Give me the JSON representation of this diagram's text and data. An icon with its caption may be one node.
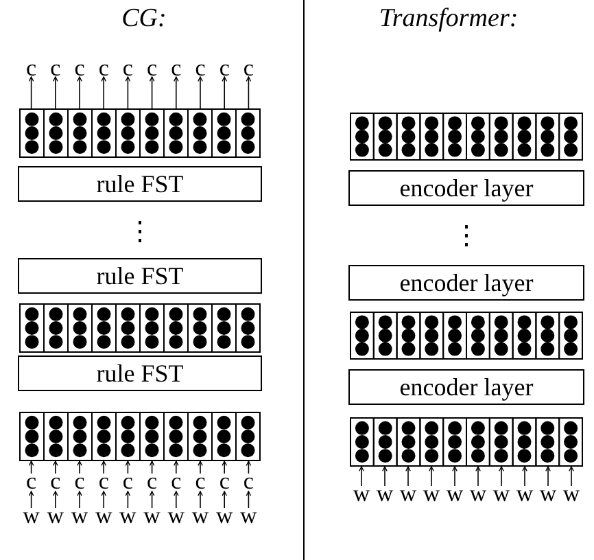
{
  "diagram": {
    "nodes": [
      {
        "text": [
          "c"
        ]
      },
      {
        "text": [
          "c"
        ]
      },
      {
        "text": [
          "c"
        ]
      },
      {
        "text": [
          "c"
        ]
      },
      {
        "text": [
          "c"
        ]
      },
      {
        "text": [
          "c"
        ]
      },
      {
        "text": [
          "c"
        ]
      },
      {
        "text": [
          "c"
        ]
      },
      {
        "text": [
          "c"
        ]
      },
      {
        "text": [
          "c"
        ]
      },
      {
        "text": [],
        "shape": "bar"
      },
      {
        "text": [
          "rule FST"
        ]
      },
      {
        "text": [
          "rule FST"
        ]
      },
      {
        "text": [],
        "shape": "bar"
      },
      {
        "text": [
          "rule FST"
        ]
      },
      {
        "text": [],
        "shape": "bar"
      },
      {
        "text": [
          "c"
        ]
      },
      {
        "text": [
          "c"
        ]
      },
      {
        "text": [
          "c"
        ]
      },
      {
        "text": [
          "c"
        ]
      },
      {
        "text": [
          "c"
        ]
      },
      {
        "text": [
          "c"
        ]
      },
      {
        "text": [
          "c"
        ]
      },
      {
        "text": [
          "c"
        ]
      },
      {
        "text": [
          "c"
        ]
      },
      {
        "text": [
          "c"
        ]
      },
      {
        "text": [
          "w"
        ]
      },
      {
        "text": [
          "w"
        ]
      },
      {
        "text": [
          "w"
        ]
      },
      {
        "text": [
          "w"
        ]
      },
      {
        "text": [
          "w"
        ]
      },
      {
        "text": [
          "w"
        ]
      },
      {
        "text": [
          "w"
        ]
      },
      {
        "text": [
          "w"
        ]
      },
      {
        "text": [
          "w"
        ]
      },
      {
        "text": [
          "w"
        ]
      },
      {
        "text": [],
        "shape": "bar"
      },
      {
        "text": [
          "encoder layer"
        ]
      },
      {
        "text": [
          "encoder layer"
        ]
      },
      {
        "text": [],
        "shape": "bar"
      },
      {
        "text": [
          "encoder layer"
        ]
      },
      {
        "text": [],
        "shape": "bar"
      },
      {
        "text": [
          "w"
        ]
      },
      {
        "text": [
          "w"
        ]
      },
      {
        "text": [
          "w"
        ]
      },
      {
        "text": [
          "w"
        ]
      },
      {
        "text": [
          "w"
        ]
      },
      {
        "text": [
          "w"
        ]
      },
      {
        "text": [
          "w"
        ]
      },
      {
        "text": [
          "w"
        ]
      },
      {
        "text": [
          "w"
        ]
      },
      {
        "text": [
          "w"
        ]
      }
    ],
    "edges": [
      {
        "from": 10,
        "to": 0,
        "arrow": "to"
      },
      {
        "from": 10,
        "to": 1,
        "arrow": "to"
      },
      {
        "from": 10,
        "to": 2,
        "arrow": "to"
      },
      {
        "from": 10,
        "to": 3,
        "arrow": "to"
      },
      {
        "from": 10,
        "to": 4,
        "arrow": "to"
      },
      {
        "from": 10,
        "to": 5,
        "arrow": "to"
      },
      {
        "from": 10,
        "to": 6,
        "arrow": "to"
      },
      {
        "from": 10,
        "to": 7,
        "arrow": "to"
      },
      {
        "from": 10,
        "to": 8,
        "arrow": "to"
      },
      {
        "from": 10,
        "to": 9,
        "arrow": "to"
      },
      {
        "from": 16,
        "to": 15,
        "arrow": "to"
      },
      {
        "from": 17,
        "to": 15,
        "arrow": "to"
      },
      {
        "from": 18,
        "to": 15,
        "arrow": "to"
      },
      {
        "from": 19,
        "to": 15,
        "arrow": "to"
      },
      {
        "from": 20,
        "to": 15,
        "arrow": "to"
      },
      {
        "from": 21,
        "to": 15,
        "arrow": "to"
      },
      {
        "from": 22,
        "to": 15,
        "arrow": "to"
      },
      {
        "from": 23,
        "to": 15,
        "arrow": "to"
      },
      {
        "from": 24,
        "to": 15,
        "arrow": "to"
      },
      {
        "from": 25,
        "to": 15,
        "arrow": "to"
      },
      {
        "from": 26,
        "to": 16,
        "arrow": "to"
      },
      {
        "from": 27,
        "to": 17,
        "arrow": "to"
      },
      {
        "from": 28,
        "to": 18,
        "arrow": "to"
      },
      {
        "from": 29,
        "to": 19,
        "arrow": "to"
      },
      {
        "from": 30,
        "to": 20,
        "arrow": "to"
      },
      {
        "from": 31,
        "to": 21,
        "arrow": "to"
      },
      {
        "from": 32,
        "to": 22,
        "arrow": "to"
      },
      {
        "from": 33,
        "to": 23,
        "arrow": "to"
      },
      {
        "from": 34,
        "to": 24,
        "arrow": "to"
      },
      {
        "from": 35,
        "to": 25,
        "arrow": "to"
      },
      {
        "from": 42,
        "to": 41,
        "arrow": "to"
      },
      {
        "from": 43,
        "to": 41,
        "arrow": "to"
      },
      {
        "from": 44,
        "to": 41,
        "arrow": "to"
      },
      {
        "from": 45,
        "to": 41,
        "arrow": "to"
      },
      {
        "from": 46,
        "to": 41,
        "arrow": "to"
      },
      {
        "from": 47,
        "to": 41,
        "arrow": "to"
      },
      {
        "from": 48,
        "to": 41,
        "arrow": "to"
      },
      {
        "from": 49,
        "to": 41,
        "arrow": "to"
      },
      {
        "from": 50,
        "to": 41,
        "arrow": "to"
      },
      {
        "from": 51,
        "to": 41,
        "arrow": "to"
      }
    ],
    "labels": [
      "CG:",
      "Transformer:",
      "⋮",
      "⋮"
    ]
  }
}
